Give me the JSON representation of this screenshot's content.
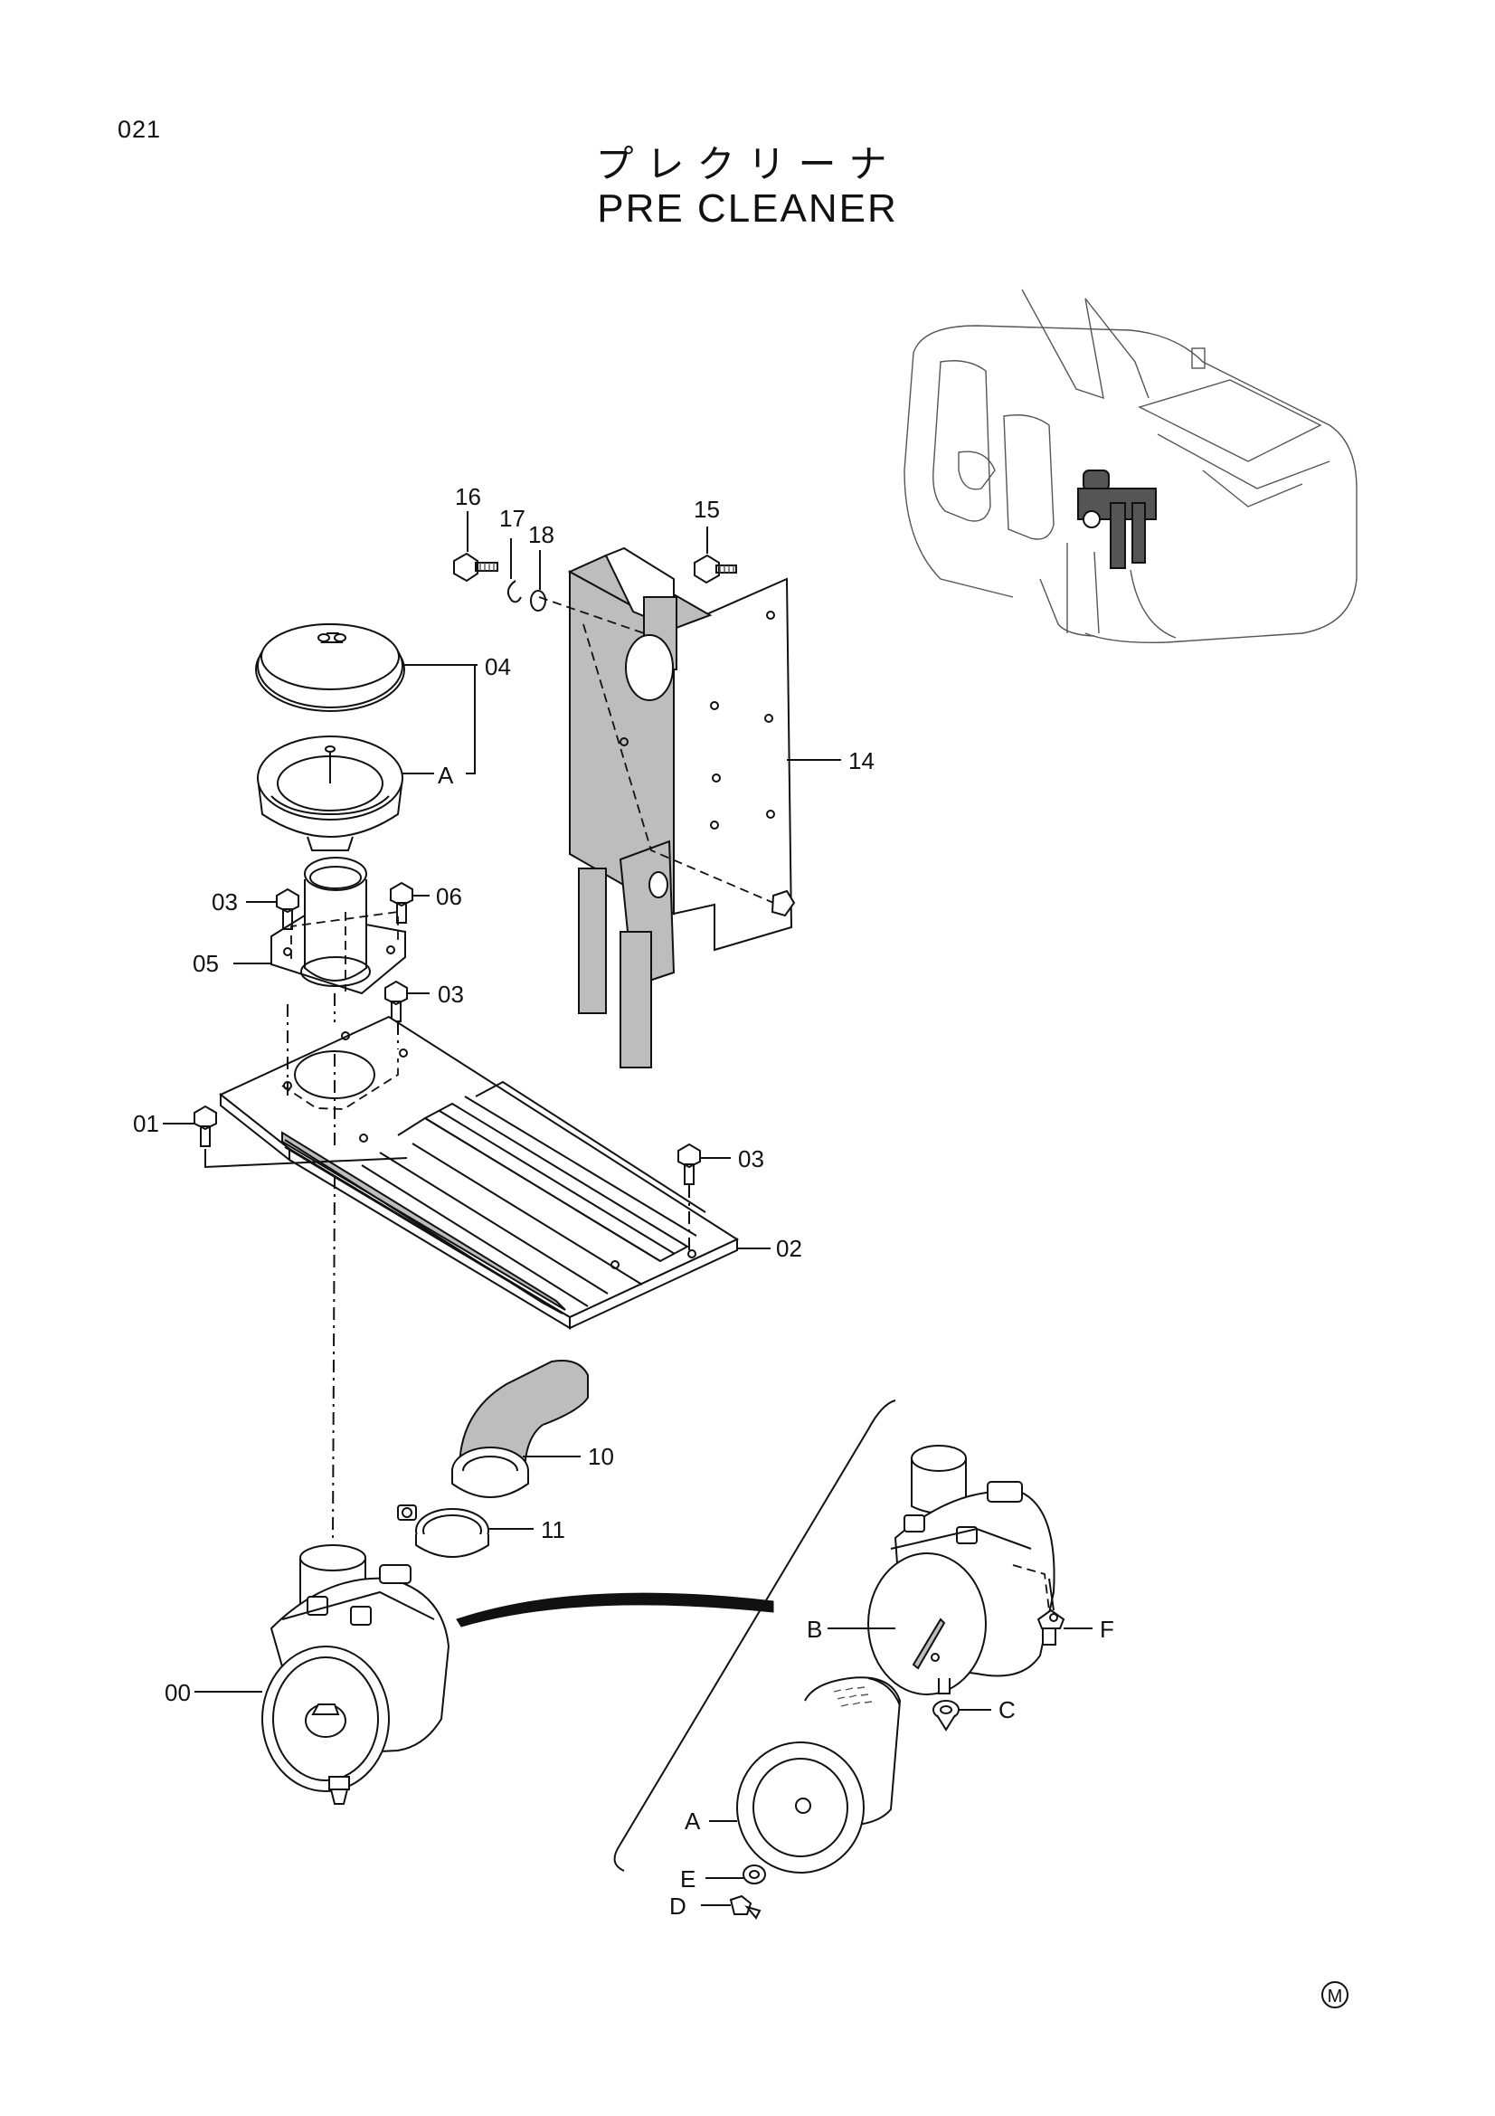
{
  "page": {
    "number": "021",
    "title_jp": "プレクリーナ",
    "title_en": "PRE CLEANER"
  },
  "callouts": {
    "c16": "16",
    "c17": "17",
    "c18": "18",
    "c15": "15",
    "c04": "04",
    "cA1": "A",
    "c14": "14",
    "c03a": "03",
    "c06": "06",
    "c05": "05",
    "c03b": "03",
    "c01": "01",
    "c03c": "03",
    "c02": "02",
    "c10": "10",
    "c11": "11",
    "c00": "00",
    "cB": "B",
    "cF": "F",
    "cC": "C",
    "cA2": "A",
    "cE": "E",
    "cD": "D"
  },
  "marks": {
    "corner_symbol": "M"
  }
}
